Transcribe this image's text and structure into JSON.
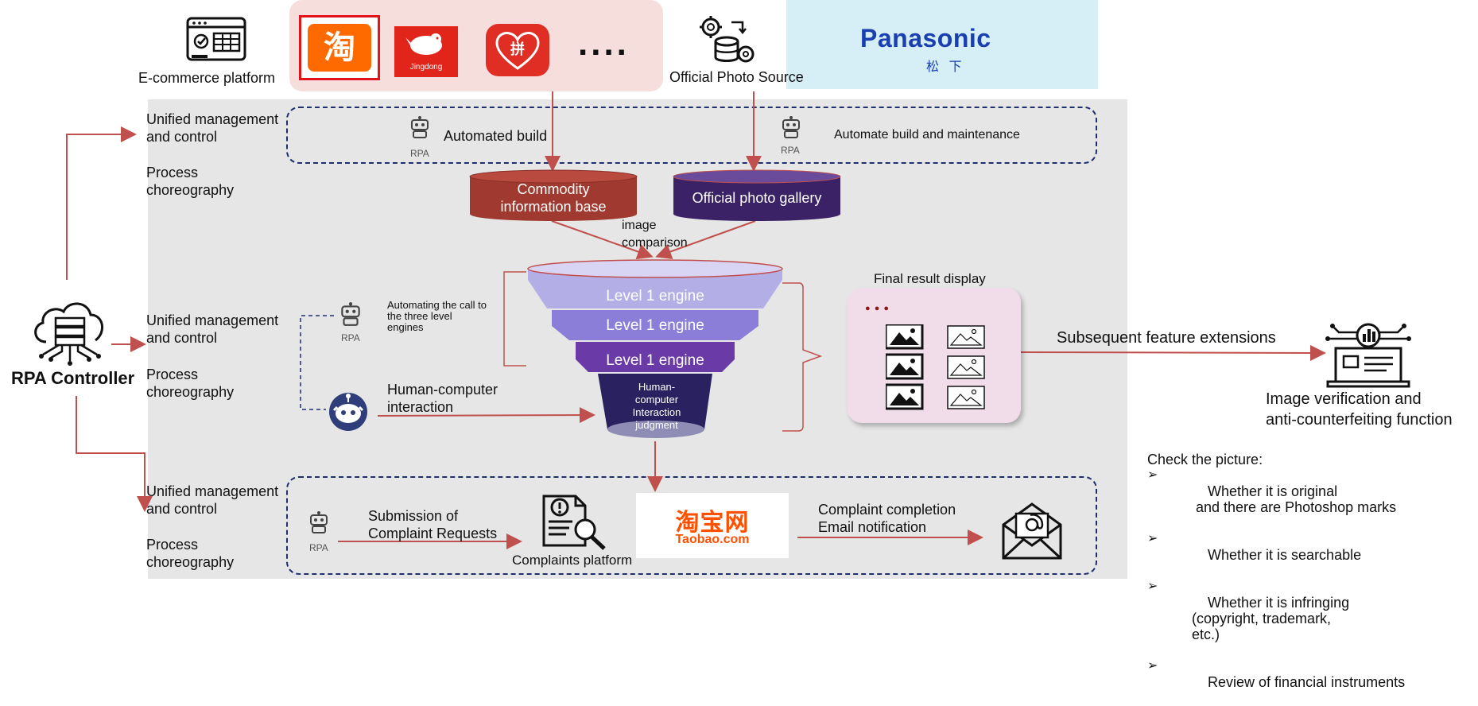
{
  "colors": {
    "arrow": "#c0504d",
    "commodity_base": "#a0392f",
    "photo_gallery": "#3b2266",
    "funnel_top": "#b3aee6",
    "funnel_mid": "#8a7ed8",
    "funnel_low": "#6a3ba6",
    "funnel_bottom": "#2a2160",
    "dashed_border": "#1f2f6b",
    "panasonic_blue": "#1a3fb0"
  },
  "top": {
    "ecommerce_label": "E-commerce platform",
    "dots": "....",
    "taobao_glyph": "淘",
    "jingdong_label": "Jingdong",
    "pinduoduo_glyph": "拼",
    "official_photo_label": "Official Photo Source",
    "panasonic_name": "Panasonic",
    "panasonic_cn": "松 下"
  },
  "left": {
    "controller_label": "RPA Controller",
    "row1_a": "Unified management\nand control",
    "row1_b": "Process\nchoreography",
    "row2_a": "Unified management\nand control",
    "row2_b": "Process\nchoreography",
    "row3_a": "Unified management\nand control",
    "row3_b": "Process\nchoreography"
  },
  "row1": {
    "rpa_tag": "RPA",
    "automated_build": "Automated build",
    "rpa_tag2": "RPA",
    "automate_maint": "Automate build and maintenance"
  },
  "bases": {
    "commodity": "Commodity\ninformation base",
    "photo_gallery": "Official photo gallery",
    "image_comparison": "image\ncomparison"
  },
  "engines": {
    "rpa_tag": "RPA",
    "automating_call": "Automating the call to\nthe three level\nengines",
    "human_interaction": "Human-computer\ninteraction",
    "level1": "Level 1 engine",
    "level2": "Level 1 engine",
    "level3": "Level 1 engine",
    "judgment": "Human-\ncomputer\nInteraction\njudgment"
  },
  "result": {
    "title": "Final result display",
    "dots": "● ● ●",
    "subsequent": "Subsequent feature extensions",
    "verification": "Image verification and\nanti-counterfeiting function"
  },
  "checklist": {
    "title": "Check the picture:",
    "items": [
      "Whether it is original\n and there are Photoshop marks",
      "Whether it is searchable",
      "Whether it is infringing\n(copyright, trademark,\netc.)",
      "Review of financial instruments"
    ],
    "bullet": "➢"
  },
  "bottom": {
    "rpa_tag": "RPA",
    "submission": "Submission of\nComplaint Requests",
    "complaints_platform": "Complaints platform",
    "taobao_cn": "淘宝网",
    "taobao_en": "Taobao.com",
    "completion": "Complaint completion\nEmail notification"
  }
}
